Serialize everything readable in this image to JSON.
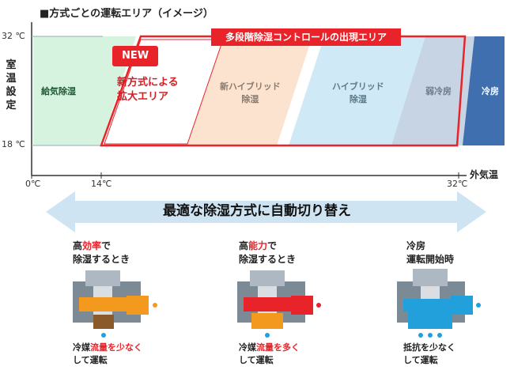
{
  "title": "■方式ごとの運転エリア（イメージ）",
  "y_axis": {
    "label_chars": [
      "室",
      "温",
      "設",
      "定"
    ],
    "tick_top": "32 ℃",
    "tick_bottom": "18 ℃"
  },
  "x_axis": {
    "label": "外気温",
    "tick_0": "0℃",
    "tick_14": "14℃",
    "tick_32": "32℃"
  },
  "zones": {
    "supply": "給気除湿",
    "new_method": [
      "新方式による",
      "拡大エリア"
    ],
    "new_hybrid": [
      "新ハイブリッド",
      "除湿"
    ],
    "hybrid": [
      "ハイブリッド",
      "除湿"
    ],
    "weak_cool": "弱冷房",
    "cool": "冷房"
  },
  "new_badge": "NEW",
  "multi_stage_label": "多段階除湿コントロールの出現エリア",
  "banner": "最適な除湿方式に自動切り替え",
  "modes": [
    {
      "line1_pre": "高",
      "line1_em": "効率",
      "line1_post": "で",
      "line2": "除湿するとき",
      "cap1_pre": "冷媒",
      "cap1_em": "流量を少なく",
      "cap2": "して運転"
    },
    {
      "line1_pre": "高",
      "line1_em": "能力",
      "line1_post": "で",
      "line2": "除湿するとき",
      "cap1_pre": "冷媒",
      "cap1_em": "流量を多く",
      "cap2": "して運転"
    },
    {
      "line1_pre": "",
      "line1_em": "",
      "line1_post": "冷房",
      "line2": "運転開始時",
      "cap1_pre": "抵抗を少なく",
      "cap1_em": "",
      "cap2": "して運転"
    }
  ],
  "colors": {
    "red": "#e8242a",
    "supply": "#d6f3df",
    "new_hybrid": "#fbe3cf",
    "hybrid": "#cfe9f6",
    "weak_cool": "#c6d4e4",
    "cool": "#3f6fae",
    "arrow": "#cfe4f2",
    "orange": "#f39a1e",
    "redflow": "#e8242a",
    "blue": "#21a0dc"
  }
}
